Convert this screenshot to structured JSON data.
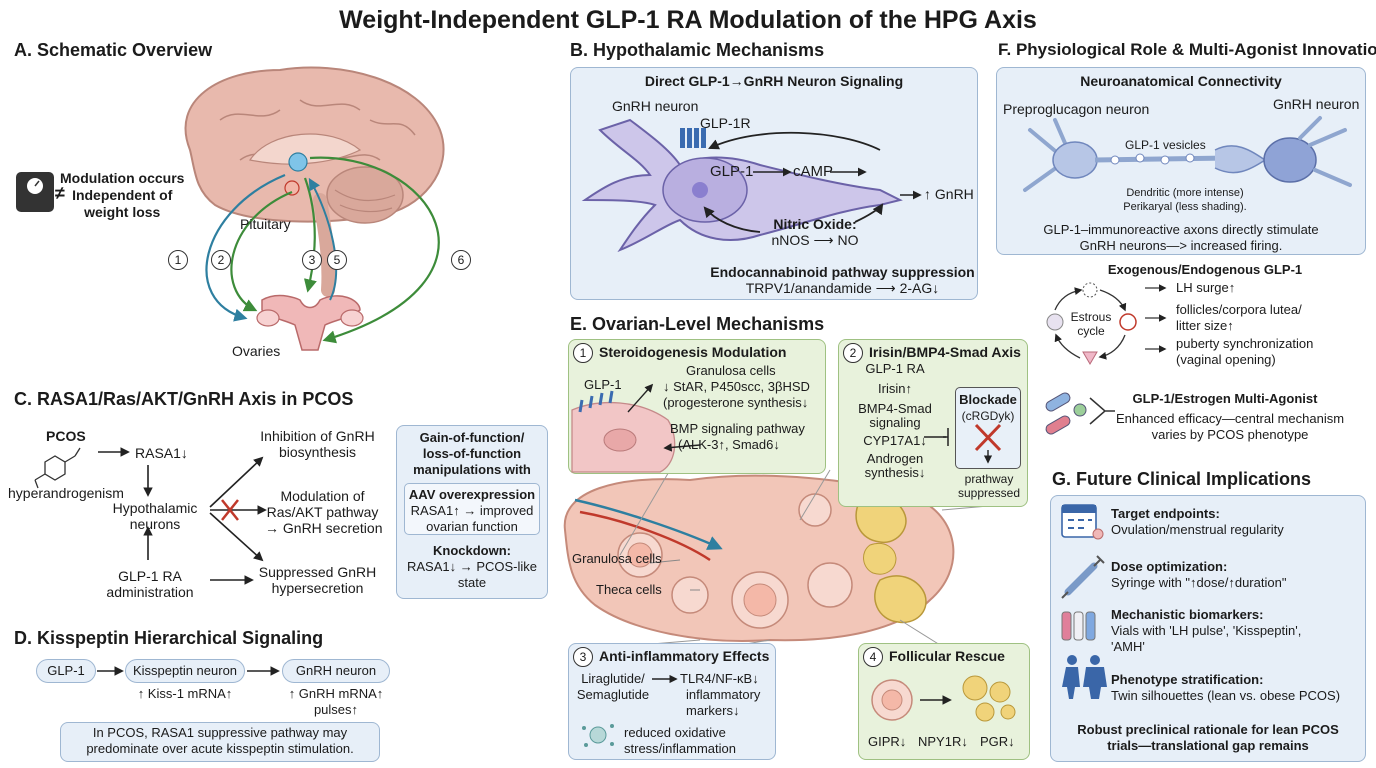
{
  "title": "Weight-Independent GLP-1 RA Modulation of the HPG Axis",
  "sections": {
    "a": "A. Schematic Overview",
    "b": "B. Hypothalamic Mechanisms",
    "c": "C. RASA1/Ras/AKT/GnRH Axis in PCOS",
    "d": "D. Kisspeptin Hierarchical Signaling",
    "e": "E. Ovarian-Level Mechanisms",
    "f": "F. Physiological Role & Multi-Agonist Innovations",
    "g": "G. Future Clinical Implications"
  },
  "a": {
    "modulation": [
      "Modulation occurs",
      "Independent of",
      "weight loss"
    ],
    "neq": "≠",
    "pituitary": "Pituitary",
    "ovaries": "Ovaries",
    "numbers": [
      "1",
      "2",
      "3",
      "5",
      "6"
    ]
  },
  "b": {
    "box_title": "Direct GLP-1→GnRH Neuron Signaling",
    "gnrh_neuron": "GnRH neuron",
    "glp1r": "GLP-1R",
    "glp1": "GLP-1",
    "camp": "cAMP",
    "gnrh_up": "↑ GnRH",
    "no_title": "Nitric Oxide:",
    "no_path": "nNOS ⟶ NO",
    "endo_title": "Endocannabinoid pathway suppression",
    "trpv1": "TRPV1/anandamide ⟶ 2-AG↓"
  },
  "c": {
    "pcos": "PCOS",
    "hyperandrogenism": "hyperandrogenism",
    "rasa1": "RASA1↓",
    "hypo": [
      "Hypothalamic",
      "neurons"
    ],
    "glp1ra": [
      "GLP-1 RA",
      "administration"
    ],
    "out1": [
      "Inhibition of GnRH",
      "biosynthesis"
    ],
    "out2": [
      "Modulation of",
      "Ras/AKT pathway",
      "→ GnRH secretion"
    ],
    "out3": [
      "Suppressed GnRH",
      "hypersecretion"
    ],
    "gof_title": [
      "Gain-of-function/",
      "loss-of-function",
      "manipulations with"
    ],
    "aav_title": "AAV overexpression",
    "aav_text": [
      "RASA1↑ → improved",
      "ovarian function"
    ],
    "ko_title": "Knockdown:",
    "ko_text": [
      "RASA1↓ → PCOS-like",
      "state"
    ]
  },
  "d": {
    "glp1": "GLP-1",
    "kiss_neuron": "Kisspeptin neuron",
    "kiss_mrna": "↑ Kiss-1 mRNA↑",
    "gnrh_neuron": "GnRH neuron",
    "gnrh_mrna": [
      "↑ GnRH mRNA↑",
      "pulses↑"
    ],
    "note": [
      "In PCOS, RASA1 suppressive pathway may",
      "predominate over acute kisspeptin stimulation."
    ]
  },
  "e": {
    "s1_num": "1",
    "s1_title": "Steroidogenesis Modulation",
    "s1_glp1": "GLP-1",
    "s1_gran": "Granulosa cells",
    "s1_star": "↓ StAR, P450scc, 3βHSD",
    "s1_prog": "(progesterone synthesis↓",
    "s1_bmp": "BMP signaling pathway",
    "s1_alk": "(ALK-3↑, Smad6↓",
    "s2_num": "2",
    "s2_title": "Irisin/BMP4-Smad Axis",
    "s2_lines": [
      "GLP-1 RA",
      "Irisin↑",
      "BMP4-Smad",
      "signaling",
      "CYP17A1↓",
      "Androgen",
      "synthesis↓"
    ],
    "blockade": "Blockade",
    "crgdyk": "(cRGDyk)",
    "pathway": [
      "prathway",
      "suppressed"
    ],
    "granulosa": "Granulosa cells",
    "theca": "Theca cells",
    "s3_num": "3",
    "s3_title": "Anti-inflammatory Effects",
    "s3_drugs": [
      "Liraglutide/",
      "Semaglutide"
    ],
    "s3_tlr": [
      "TLR4/NF-κB↓",
      "inflammatory",
      "markers↓"
    ],
    "s3_ox": [
      "reduced oxidative",
      "stress/inflammation"
    ],
    "s4_num": "4",
    "s4_title": "Follicular Rescue",
    "s4_labels": [
      "GIPR↓",
      "NPY1R↓",
      "PGR↓"
    ]
  },
  "f": {
    "box_title": "Neuroanatomical Connectivity",
    "preproglucagon": "Preproglucagon neuron",
    "gnrh_neuron": "GnRH neuron",
    "vesicles": "GLP-1 vesicles",
    "dendritic": [
      "Dendritic (more intense)",
      "Perikaryal (less shading)."
    ],
    "connect_text": [
      "GLP-1–immunoreactive axons directly stimulate",
      "GnRH neurons—> increased firing."
    ],
    "exo_title": "Exogenous/Endogenous GLP-1",
    "estrous": [
      "Estrous",
      "cycle"
    ],
    "effects": [
      "LH surge↑",
      "follicles/corpora lutea/",
      "litter size↑",
      "puberty synchronization",
      "(vaginal opening)"
    ],
    "multi_title": "GLP-1/Estrogen Multi-Agonist",
    "multi_text": [
      "Enhanced efficacy—central mechanism",
      "varies by PCOS phenotype"
    ]
  },
  "g": {
    "items": [
      {
        "title": "Target endpoints:",
        "text": "Ovulation/menstrual regularity",
        "icon": "calendar-icon"
      },
      {
        "title": "Dose optimization:",
        "text": "Syringe with \"↑dose/↑duration\"",
        "icon": "syringe-icon"
      },
      {
        "title": "Mechanistic biomarkers:",
        "text": "Vials with 'LH pulse', 'Kisspeptin',",
        "text2": "'AMH'",
        "icon": "vials-icon"
      },
      {
        "title": "Phenotype stratification:",
        "text": "Twin silhouettes (lean vs. obese PCOS)",
        "icon": "silhouettes-icon"
      }
    ],
    "footer": [
      "Robust preclinical rationale for lean PCOS",
      "trials—translational gap remains"
    ]
  },
  "colors": {
    "blue_box": "#e7eff8",
    "green_box": "#e8f2dc",
    "teal": "#2e7fa0",
    "green": "#3d8c3a",
    "brain": "#e8b9ad",
    "red": "#c0392b"
  }
}
